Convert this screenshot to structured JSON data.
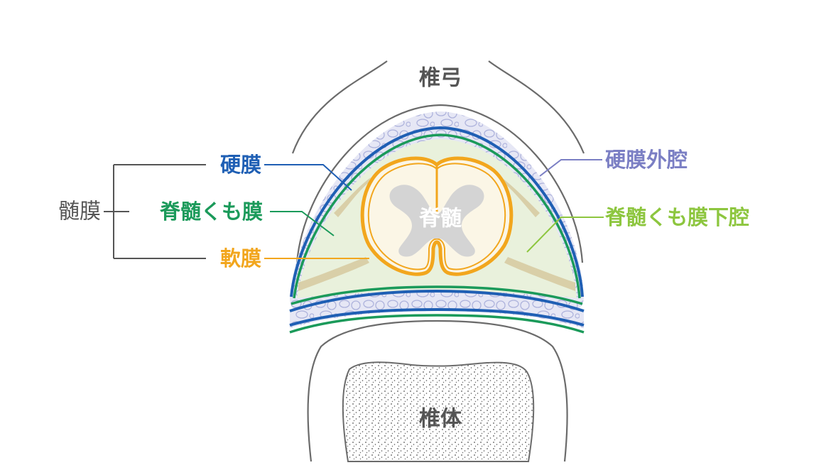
{
  "diagram": {
    "structures": {
      "vertebral_arch": "椎弓",
      "vertebral_body": "椎体",
      "spinal_cord": "脊髄"
    },
    "meninges_group": {
      "label": "髄膜",
      "members": [
        {
          "label": "硬膜",
          "color": "#1f5fb4"
        },
        {
          "label": "脊髄くも膜",
          "color": "#1b9a5a"
        },
        {
          "label": "軟膜",
          "color": "#f2a61d"
        }
      ]
    },
    "spaces": [
      {
        "label": "硬膜外腔",
        "color": "#7b7fc4"
      },
      {
        "label": "脊髄くも膜下腔",
        "color": "#8dc63f"
      }
    ],
    "colors": {
      "outline": "#6b6b6b",
      "epidural_fill": "#e6e7f5",
      "subarachnoid_fill": "#e9f1dc",
      "cord_fill": "#fbf6e6",
      "gray_matter": "#d4d4d4",
      "ligament": "#d9cfa8"
    }
  }
}
